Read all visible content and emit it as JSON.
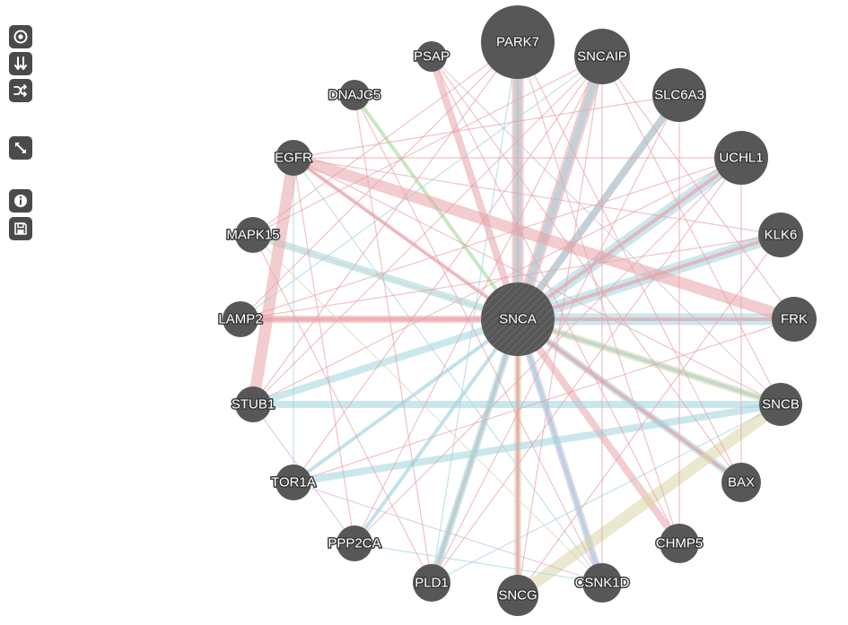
{
  "toolbar": {
    "buttons": [
      {
        "id": "fit-view",
        "icon": "target-icon"
      },
      {
        "id": "relayout",
        "icon": "sort-arrows-icon"
      },
      {
        "id": "shuffle",
        "icon": "shuffle-icon"
      },
      {
        "id": "expand",
        "icon": "resize-diagonal-icon"
      },
      {
        "id": "info",
        "icon": "info-icon"
      },
      {
        "id": "save",
        "icon": "floppy-save-icon"
      }
    ]
  },
  "network": {
    "center": "SNCA",
    "nodes": [
      "SNCA",
      "PARK7",
      "SNCAIP",
      "PSAP",
      "DNAJC5",
      "EGFR",
      "SLC6A3",
      "UCHL1",
      "KLK6",
      "FRK",
      "SNCB",
      "BAX",
      "CHMP5",
      "CSNK1D",
      "SNCG",
      "PLD1",
      "PPP2CA",
      "TOR1A",
      "STUB1",
      "LAMP2",
      "MAPK15"
    ],
    "colors": {
      "node": "#575757",
      "edge_red": "#e8a2a8",
      "edge_blue": "#9fd3de",
      "edge_yellow": "#d9d6a6",
      "edge_green": "#a9dca3",
      "edge_purple": "#c9b7da",
      "edge_gray": "#bdbdbd"
    },
    "edges": [
      {
        "s": "SNCA",
        "t": "PARK7",
        "c": "edge_red",
        "w": 4
      },
      {
        "s": "SNCA",
        "t": "PARK7",
        "c": "edge_blue",
        "w": 3
      },
      {
        "s": "SNCA",
        "t": "SNCAIP",
        "c": "edge_red",
        "w": 4
      },
      {
        "s": "SNCA",
        "t": "SNCAIP",
        "c": "edge_blue",
        "w": 3
      },
      {
        "s": "SNCA",
        "t": "PSAP",
        "c": "edge_red",
        "w": 3
      },
      {
        "s": "SNCA",
        "t": "DNAJC5",
        "c": "edge_green",
        "w": 2
      },
      {
        "s": "SNCA",
        "t": "EGFR",
        "c": "edge_red",
        "w": 2
      },
      {
        "s": "SNCA",
        "t": "SLC6A3",
        "c": "edge_red",
        "w": 3
      },
      {
        "s": "SNCA",
        "t": "SLC6A3",
        "c": "edge_blue",
        "w": 3
      },
      {
        "s": "SNCA",
        "t": "UCHL1",
        "c": "edge_blue",
        "w": 4
      },
      {
        "s": "SNCA",
        "t": "UCHL1",
        "c": "edge_red",
        "w": 2
      },
      {
        "s": "SNCA",
        "t": "KLK6",
        "c": "edge_blue",
        "w": 4
      },
      {
        "s": "SNCA",
        "t": "KLK6",
        "c": "edge_red",
        "w": 2
      },
      {
        "s": "SNCA",
        "t": "FRK",
        "c": "edge_blue",
        "w": 4
      },
      {
        "s": "SNCA",
        "t": "SNCB",
        "c": "edge_yellow",
        "w": 3
      },
      {
        "s": "SNCA",
        "t": "SNCB",
        "c": "edge_blue",
        "w": 2
      },
      {
        "s": "SNCA",
        "t": "BAX",
        "c": "edge_blue",
        "w": 3
      },
      {
        "s": "SNCA",
        "t": "BAX",
        "c": "edge_red",
        "w": 2
      },
      {
        "s": "SNCA",
        "t": "CHMP5",
        "c": "edge_red",
        "w": 3
      },
      {
        "s": "SNCA",
        "t": "CSNK1D",
        "c": "edge_purple",
        "w": 3
      },
      {
        "s": "SNCA",
        "t": "CSNK1D",
        "c": "edge_blue",
        "w": 2
      },
      {
        "s": "SNCA",
        "t": "SNCG",
        "c": "edge_yellow",
        "w": 3
      },
      {
        "s": "SNCA",
        "t": "SNCG",
        "c": "edge_red",
        "w": 2
      },
      {
        "s": "SNCA",
        "t": "PLD1",
        "c": "edge_blue",
        "w": 3
      },
      {
        "s": "SNCA",
        "t": "PLD1",
        "c": "edge_gray",
        "w": 2
      },
      {
        "s": "SNCA",
        "t": "PPP2CA",
        "c": "edge_blue",
        "w": 2
      },
      {
        "s": "SNCA",
        "t": "TOR1A",
        "c": "edge_blue",
        "w": 2
      },
      {
        "s": "SNCA",
        "t": "STUB1",
        "c": "edge_blue",
        "w": 3
      },
      {
        "s": "SNCA",
        "t": "LAMP2",
        "c": "edge_red",
        "w": 3
      },
      {
        "s": "SNCA",
        "t": "MAPK15",
        "c": "edge_blue",
        "w": 3
      },
      {
        "s": "EGFR",
        "t": "FRK",
        "c": "edge_red",
        "w": 4
      },
      {
        "s": "EGFR",
        "t": "STUB1",
        "c": "edge_red",
        "w": 4
      },
      {
        "s": "EGFR",
        "t": "UCHL1",
        "c": "edge_red",
        "w": 1
      },
      {
        "s": "EGFR",
        "t": "KLK6",
        "c": "edge_red",
        "w": 1
      },
      {
        "s": "EGFR",
        "t": "SNCB",
        "c": "edge_red",
        "w": 1
      },
      {
        "s": "EGFR",
        "t": "CSNK1D",
        "c": "edge_blue",
        "w": 1
      },
      {
        "s": "EGFR",
        "t": "PPP2CA",
        "c": "edge_red",
        "w": 1
      },
      {
        "s": "EGFR",
        "t": "TOR1A",
        "c": "edge_blue",
        "w": 1
      },
      {
        "s": "EGFR",
        "t": "SLC6A3",
        "c": "edge_red",
        "w": 1
      },
      {
        "s": "EGFR",
        "t": "BAX",
        "c": "edge_red",
        "w": 1
      },
      {
        "s": "STUB1",
        "t": "SNCB",
        "c": "edge_blue",
        "w": 3
      },
      {
        "s": "STUB1",
        "t": "UCHL1",
        "c": "edge_red",
        "w": 1
      },
      {
        "s": "STUB1",
        "t": "PPP2CA",
        "c": "edge_purple",
        "w": 1
      },
      {
        "s": "STUB1",
        "t": "PARK7",
        "c": "edge_red",
        "w": 1
      },
      {
        "s": "TOR1A",
        "t": "SNCB",
        "c": "edge_blue",
        "w": 3
      },
      {
        "s": "TOR1A",
        "t": "SNCAIP",
        "c": "edge_red",
        "w": 1
      },
      {
        "s": "SNCG",
        "t": "SNCB",
        "c": "edge_yellow",
        "w": 4
      },
      {
        "s": "SNCB",
        "t": "SNCAIP",
        "c": "edge_red",
        "w": 1
      },
      {
        "s": "SNCB",
        "t": "PLD1",
        "c": "edge_blue",
        "w": 1
      },
      {
        "s": "SNCB",
        "t": "PSAP",
        "c": "edge_purple",
        "w": 1
      },
      {
        "s": "SNCB",
        "t": "MAPK15",
        "c": "edge_yellow",
        "w": 1
      },
      {
        "s": "LAMP2",
        "t": "UCHL1",
        "c": "edge_red",
        "w": 1
      },
      {
        "s": "LAMP2",
        "t": "KLK6",
        "c": "edge_red",
        "w": 1
      },
      {
        "s": "LAMP2",
        "t": "PARK7",
        "c": "edge_red",
        "w": 1
      },
      {
        "s": "LAMP2",
        "t": "FRK",
        "c": "edge_red",
        "w": 2
      },
      {
        "s": "LAMP2",
        "t": "SNCAIP",
        "c": "edge_blue",
        "w": 1
      },
      {
        "s": "MAPK15",
        "t": "PARK7",
        "c": "edge_red",
        "w": 1
      },
      {
        "s": "MAPK15",
        "t": "SNCAIP",
        "c": "edge_red",
        "w": 1
      },
      {
        "s": "MAPK15",
        "t": "PLD1",
        "c": "edge_red",
        "w": 1
      },
      {
        "s": "PSAP",
        "t": "BAX",
        "c": "edge_red",
        "w": 1
      },
      {
        "s": "PSAP",
        "t": "CHMP5",
        "c": "edge_red",
        "w": 1
      },
      {
        "s": "PARK7",
        "t": "SNCG",
        "c": "edge_red",
        "w": 1
      },
      {
        "s": "PARK7",
        "t": "PLD1",
        "c": "edge_blue",
        "w": 1
      },
      {
        "s": "PARK7",
        "t": "BAX",
        "c": "edge_red",
        "w": 1
      },
      {
        "s": "SNCAIP",
        "t": "PPP2CA",
        "c": "edge_red",
        "w": 1
      },
      {
        "s": "SNCAIP",
        "t": "CSNK1D",
        "c": "edge_red",
        "w": 1
      },
      {
        "s": "SNCAIP",
        "t": "SNCG",
        "c": "edge_red",
        "w": 1
      },
      {
        "s": "SNCAIP",
        "t": "STUB1",
        "c": "edge_red",
        "w": 1
      },
      {
        "s": "DNAJC5",
        "t": "PLD1",
        "c": "edge_red",
        "w": 1
      },
      {
        "s": "DNAJC5",
        "t": "CSNK1D",
        "c": "edge_red",
        "w": 1
      },
      {
        "s": "PPP2CA",
        "t": "CSNK1D",
        "c": "edge_blue",
        "w": 1
      },
      {
        "s": "PPP2CA",
        "t": "UCHL1",
        "c": "edge_red",
        "w": 1
      },
      {
        "s": "PLD1",
        "t": "SLC6A3",
        "c": "edge_red",
        "w": 1
      },
      {
        "s": "PLD1",
        "t": "UCHL1",
        "c": "edge_red",
        "w": 1
      },
      {
        "s": "CSNK1D",
        "t": "TOR1A",
        "c": "edge_purple",
        "w": 1
      },
      {
        "s": "CSNK1D",
        "t": "MAPK15",
        "c": "edge_yellow",
        "w": 1
      },
      {
        "s": "CHMP5",
        "t": "PARK7",
        "c": "edge_red",
        "w": 1
      },
      {
        "s": "CHMP5",
        "t": "SLC6A3",
        "c": "edge_red",
        "w": 1
      },
      {
        "s": "BAX",
        "t": "UCHL1",
        "c": "edge_red",
        "w": 1
      },
      {
        "s": "KLK6",
        "t": "SNCG",
        "c": "edge_red",
        "w": 1
      },
      {
        "s": "FRK",
        "t": "SNCAIP",
        "c": "edge_red",
        "w": 1
      },
      {
        "s": "FRK",
        "t": "TOR1A",
        "c": "edge_red",
        "w": 1
      }
    ]
  }
}
